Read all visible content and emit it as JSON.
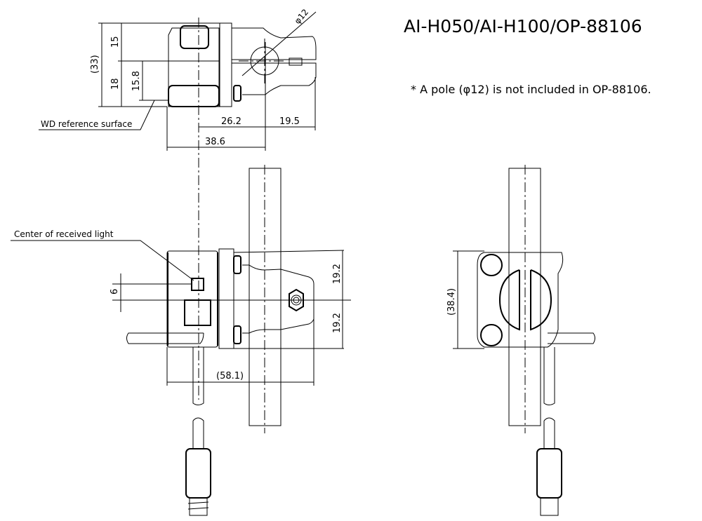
{
  "title": "AI-H050/AI-H100/OP-88106",
  "note": "* A pole (φ12) is not included in OP-88106.",
  "labels": {
    "wd_reference": "WD reference surface",
    "center_light": "Center of received light"
  },
  "dimensions": {
    "overall_height": "(33)",
    "upper": "15",
    "lower": "18",
    "wd_height": "15.8",
    "pole_diameter": "φ12",
    "center_to_pole": "26.2",
    "pole_to_end": "19.5",
    "front_to_pole": "38.6",
    "light_offset": "6",
    "upper_half": "19.2",
    "lower_half": "19.2",
    "total_width": "(58.1)",
    "side_height": "(38.4)"
  }
}
